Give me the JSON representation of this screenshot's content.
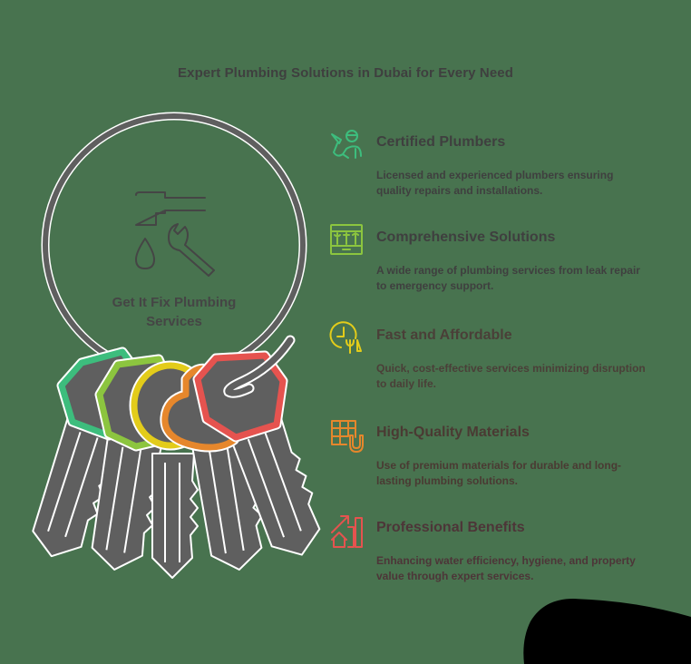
{
  "title": "Expert Plumbing Solutions in Dubai for Every Need",
  "hub": {
    "label": "Get It Fix Plumbing Services",
    "icon": "faucet-wrench-icon",
    "ring_color": "#5f5f5f"
  },
  "items": [
    {
      "heading": "Certified Plumbers",
      "description": "Licensed and experienced plumbers ensuring quality repairs and installations.",
      "icon": "plumber-worker-icon",
      "color": "#3dbd7d",
      "text_color": "#3f3f3f"
    },
    {
      "heading": "Comprehensive Solutions",
      "description": "A wide range of plumbing services from leak repair to emergency support.",
      "icon": "toolbox-icon",
      "color": "#8cc53f",
      "text_color": "#3f3f3f"
    },
    {
      "heading": "Fast and Affordable",
      "description": "Quick, cost-effective services minimizing disruption to daily life.",
      "icon": "clock-tools-icon",
      "color": "#e3cc1a",
      "text_color": "#4a3f38"
    },
    {
      "heading": "High-Quality Materials",
      "description": "Use of premium materials for durable and long-lasting plumbing solutions.",
      "icon": "grid-magnet-icon",
      "color": "#e6872c",
      "text_color": "#4a3a33"
    },
    {
      "heading": "Professional Benefits",
      "description": "Enhancing water efficiency, hygiene, and property value through expert services.",
      "icon": "house-growth-chart-icon",
      "color": "#e5534f",
      "text_color": "#4d3538"
    }
  ],
  "key_colors": [
    "#3dbd7d",
    "#8cc53f",
    "#e3cc1a",
    "#e6872c",
    "#e5534f"
  ]
}
